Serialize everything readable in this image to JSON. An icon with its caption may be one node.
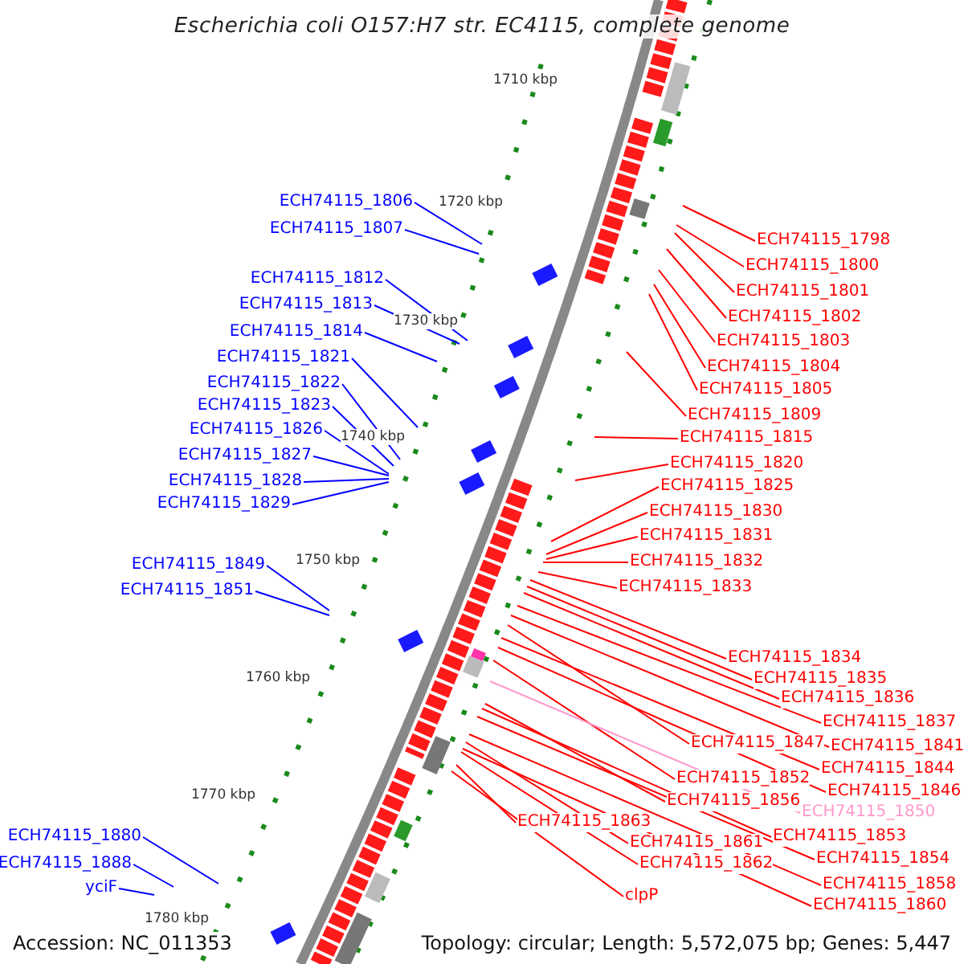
{
  "diagram": {
    "title": "Escherichia coli O157:H7 str. EC4115, complete genome",
    "nodes": [
      {
        "text": [
          "ECH74115_1798"
        ]
      },
      {
        "text": [
          "ECH74115_1800"
        ]
      },
      {
        "text": [
          "ECH74115_1801"
        ]
      },
      {
        "text": [
          "ECH74115_1802"
        ]
      },
      {
        "text": [
          "ECH74115_1803"
        ]
      },
      {
        "text": [
          "ECH74115_1804"
        ]
      },
      {
        "text": [
          "ECH74115_1805"
        ]
      },
      {
        "text": [
          "ECH74115_1809"
        ]
      },
      {
        "text": [
          "ECH74115_1815"
        ]
      },
      {
        "text": [
          "ECH74115_1820"
        ]
      },
      {
        "text": [
          "ECH74115_1825"
        ]
      },
      {
        "text": [
          "ECH74115_1830"
        ]
      },
      {
        "text": [
          "ECH74115_1831"
        ]
      },
      {
        "text": [
          "ECH74115_1832"
        ]
      },
      {
        "text": [
          "ECH74115_1833"
        ]
      },
      {
        "text": [
          "ECH74115_1834"
        ]
      },
      {
        "text": [
          "ECH74115_1835"
        ]
      },
      {
        "text": [
          "ECH74115_1836"
        ]
      },
      {
        "text": [
          "ECH74115_1837"
        ]
      },
      {
        "text": [
          "ECH74115_1847"
        ]
      },
      {
        "text": [
          "ECH74115_1841"
        ]
      },
      {
        "text": [
          "ECH74115_1844"
        ]
      },
      {
        "text": [
          "ECH74115_1852"
        ]
      },
      {
        "text": [
          "ECH74115_1846"
        ]
      },
      {
        "text": [
          "ECH74115_1856"
        ]
      },
      {
        "text": [
          "ECH74115_1850"
        ]
      },
      {
        "text": [
          "ECH74115_1853"
        ]
      },
      {
        "text": [
          "ECH74115_1863"
        ]
      },
      {
        "text": [
          "ECH74115_1854"
        ]
      },
      {
        "text": [
          "ECH74115_1861"
        ]
      },
      {
        "text": [
          "ECH74115_1858"
        ]
      },
      {
        "text": [
          "ECH74115_1862"
        ]
      },
      {
        "text": [
          "clpP"
        ]
      },
      {
        "text": [
          "ECH74115_1860"
        ]
      },
      {
        "text": [
          "ECH74115_1806"
        ]
      },
      {
        "text": [
          "ECH74115_1807"
        ]
      },
      {
        "text": [
          "ECH74115_1812"
        ]
      },
      {
        "text": [
          "ECH74115_1813"
        ]
      },
      {
        "text": [
          "ECH74115_1814"
        ]
      },
      {
        "text": [
          "ECH74115_1821"
        ]
      },
      {
        "text": [
          "ECH74115_1822"
        ]
      },
      {
        "text": [
          "ECH74115_1823"
        ]
      },
      {
        "text": [
          "ECH74115_1826"
        ]
      },
      {
        "text": [
          "ECH74115_1827"
        ]
      },
      {
        "text": [
          "ECH74115_1828"
        ]
      },
      {
        "text": [
          "ECH74115_1829"
        ]
      },
      {
        "text": [
          "ECH74115_1849"
        ]
      },
      {
        "text": [
          "ECH74115_1851"
        ]
      },
      {
        "text": [
          "ECH74115_1880"
        ]
      },
      {
        "text": [
          "ECH74115_1888"
        ]
      },
      {
        "text": [
          "yciF"
        ]
      }
    ],
    "edges": [
      {
        "from": 0,
        "to": null,
        "arrow": "none"
      },
      {
        "from": 1,
        "to": null,
        "arrow": "none"
      },
      {
        "from": 2,
        "to": null,
        "arrow": "none"
      },
      {
        "from": 3,
        "to": null,
        "arrow": "none"
      },
      {
        "from": 4,
        "to": null,
        "arrow": "none"
      },
      {
        "from": 5,
        "to": null,
        "arrow": "none"
      },
      {
        "from": 6,
        "to": null,
        "arrow": "none"
      },
      {
        "from": 7,
        "to": null,
        "arrow": "none"
      },
      {
        "from": 8,
        "to": null,
        "arrow": "none"
      },
      {
        "from": 9,
        "to": null,
        "arrow": "none"
      },
      {
        "from": 10,
        "to": null,
        "arrow": "none"
      },
      {
        "from": 11,
        "to": null,
        "arrow": "none"
      },
      {
        "from": 12,
        "to": null,
        "arrow": "none"
      },
      {
        "from": 13,
        "to": null,
        "arrow": "none"
      },
      {
        "from": 14,
        "to": null,
        "arrow": "none"
      },
      {
        "from": 15,
        "to": null,
        "arrow": "none"
      },
      {
        "from": 16,
        "to": null,
        "arrow": "none"
      },
      {
        "from": 17,
        "to": null,
        "arrow": "none"
      },
      {
        "from": 18,
        "to": null,
        "arrow": "none"
      },
      {
        "from": 19,
        "to": null,
        "arrow": "none"
      },
      {
        "from": 20,
        "to": null,
        "arrow": "none"
      },
      {
        "from": 21,
        "to": null,
        "arrow": "none"
      },
      {
        "from": 22,
        "to": null,
        "arrow": "none"
      },
      {
        "from": 23,
        "to": null,
        "arrow": "none"
      },
      {
        "from": 24,
        "to": null,
        "arrow": "none"
      },
      {
        "from": 25,
        "to": null,
        "arrow": "none",
        "color": "#ff99cc"
      },
      {
        "from": 26,
        "to": null,
        "arrow": "none"
      },
      {
        "from": 27,
        "to": null,
        "arrow": "none"
      },
      {
        "from": 28,
        "to": null,
        "arrow": "none"
      },
      {
        "from": 29,
        "to": null,
        "arrow": "none"
      },
      {
        "from": 30,
        "to": null,
        "arrow": "none"
      },
      {
        "from": 31,
        "to": null,
        "arrow": "none"
      },
      {
        "from": 32,
        "to": null,
        "arrow": "none"
      },
      {
        "from": 33,
        "to": null,
        "arrow": "none"
      },
      {
        "from": 34,
        "to": null,
        "arrow": "none",
        "color": "#0000ff"
      },
      {
        "from": 35,
        "to": null,
        "arrow": "none",
        "color": "#0000ff"
      },
      {
        "from": 36,
        "to": null,
        "arrow": "none",
        "color": "#0000ff"
      },
      {
        "from": 37,
        "to": null,
        "arrow": "none",
        "color": "#0000ff"
      },
      {
        "from": 38,
        "to": null,
        "arrow": "none",
        "color": "#0000ff"
      },
      {
        "from": 39,
        "to": null,
        "arrow": "none",
        "color": "#0000ff"
      },
      {
        "from": 40,
        "to": null,
        "arrow": "none",
        "color": "#0000ff"
      },
      {
        "from": 41,
        "to": null,
        "arrow": "none",
        "color": "#0000ff"
      },
      {
        "from": 42,
        "to": null,
        "arrow": "none",
        "color": "#0000ff"
      },
      {
        "from": 43,
        "to": null,
        "arrow": "none",
        "color": "#0000ff"
      },
      {
        "from": 44,
        "to": null,
        "arrow": "none",
        "color": "#0000ff"
      },
      {
        "from": 45,
        "to": null,
        "arrow": "none",
        "color": "#0000ff"
      },
      {
        "from": 46,
        "to": null,
        "arrow": "none",
        "color": "#0000ff"
      },
      {
        "from": 47,
        "to": null,
        "arrow": "none",
        "color": "#0000ff"
      },
      {
        "from": 48,
        "to": null,
        "arrow": "none",
        "color": "#0000ff"
      },
      {
        "from": 49,
        "to": null,
        "arrow": "none",
        "color": "#0000ff"
      },
      {
        "from": 50,
        "to": null,
        "arrow": "none",
        "color": "#0000ff"
      }
    ],
    "labels": [
      "1710 kbp",
      "1720 kbp",
      "1730 kbp",
      "1740 kbp",
      "1750 kbp",
      "1760 kbp",
      "1770 kbp",
      "1780 kbp",
      "Accession: NC_011353",
      "Topology: circular; Length: 5,572,075 bp; Genes: 5,447"
    ]
  }
}
